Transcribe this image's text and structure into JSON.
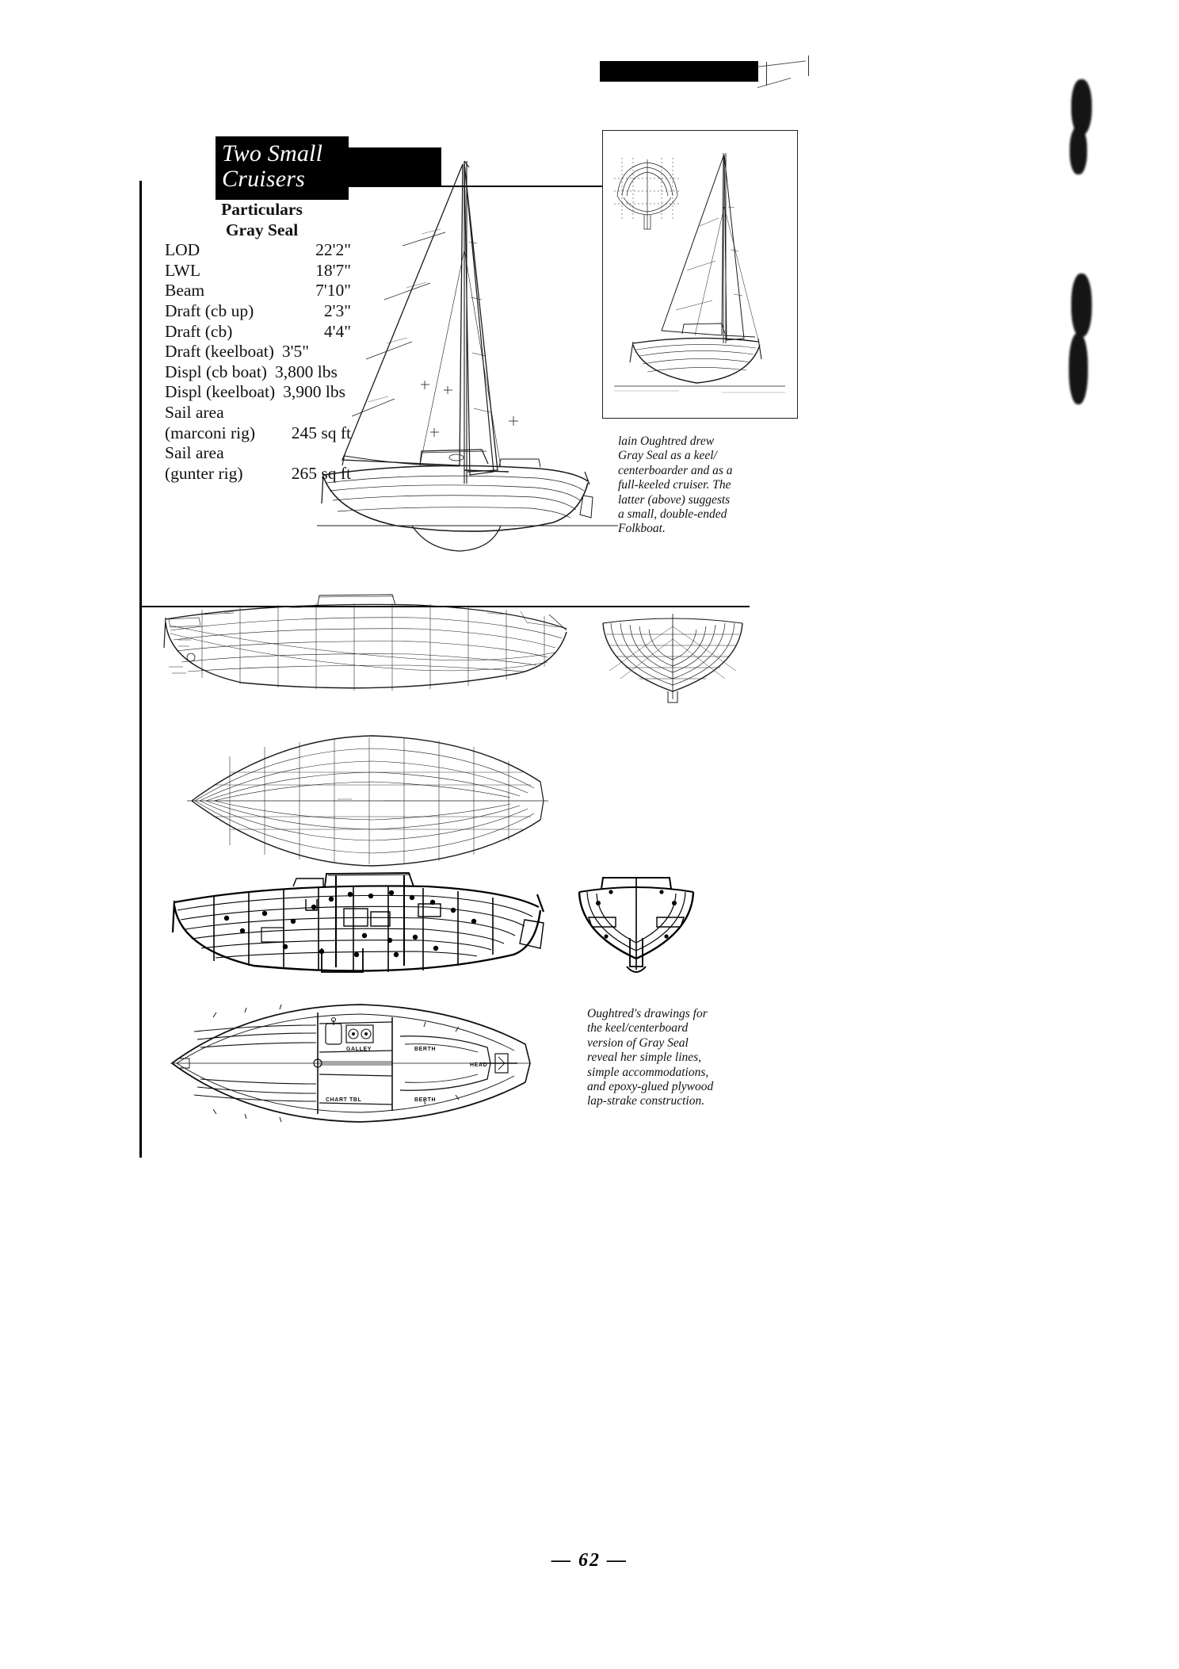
{
  "page": {
    "number": "— 62 —",
    "title_lines": [
      "Two Small",
      "Cruisers"
    ]
  },
  "particulars": {
    "heading_line1": "Particulars",
    "heading_line2": "Gray Seal",
    "rows": [
      {
        "label": "LOD",
        "value": "22'2\""
      },
      {
        "label": "LWL",
        "value": "18'7\""
      },
      {
        "label": "Beam",
        "value": "7'10\""
      },
      {
        "label": "Draft (cb up)",
        "value": "2'3\""
      },
      {
        "label": "Draft (cb)",
        "value": "4'4\""
      },
      {
        "label": "Draft (keelboat)",
        "value": "3'5\""
      },
      {
        "label": "Displ (cb boat)",
        "value": "3,800 lbs"
      },
      {
        "label": "Displ (keelboat)",
        "value": "3,900 lbs"
      },
      {
        "label": "Sail area",
        "value": ""
      },
      {
        "label": "(marconi rig)",
        "value": "245 sq ft"
      },
      {
        "label": "Sail area",
        "value": ""
      },
      {
        "label": " (gunter rig)",
        "value": "265 sq ft"
      }
    ]
  },
  "captions": {
    "upper": "lain Oughtred drew Gray Seal as a keel/ centerboarder and as a full-keeled cruiser. The latter (above) suggests a small, double-ended Folkboat.",
    "lower": "Oughtred's drawings for the keel/centerboard version of Gray Seal reveal her simple lines, simple accommodations, and epoxy-glued plywood lap-strake construction."
  },
  "accommodation_labels": {
    "galley": "GALLEY",
    "berth_upper": "BERTH",
    "berth_lower": "BERTH",
    "chart_table": "CHART TBL",
    "head": "HEAD"
  },
  "colors": {
    "ink": "#111111",
    "paper": "#ffffff",
    "title_block": "#000000"
  }
}
